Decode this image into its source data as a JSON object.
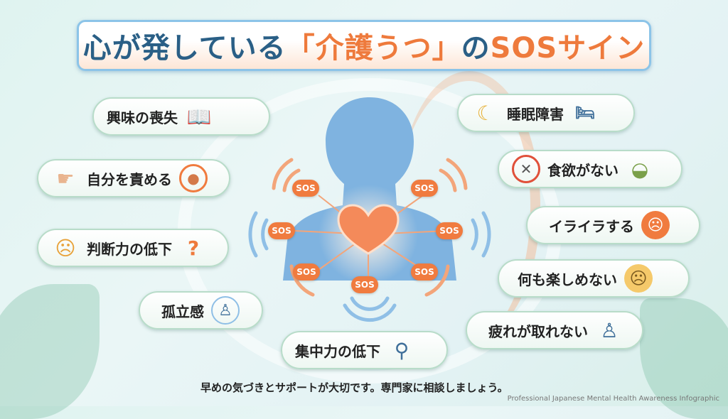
{
  "title": {
    "part1": "心が発している",
    "part2": "「介護うつ」",
    "part3": "の",
    "part4": "SOSサイン"
  },
  "left_signs": [
    {
      "label": "興味の喪失",
      "icon": "book-hobby-icon"
    },
    {
      "label": "自分を責める",
      "icon": "pointing-finger-icon"
    },
    {
      "label": "判断力の低下",
      "icon": "confused-face-icon"
    },
    {
      "label": "孤立感",
      "icon": "isolated-person-icon"
    }
  ],
  "bottom_sign": {
    "label": "集中力の低下",
    "icon": "magnifier-icon"
  },
  "right_signs": [
    {
      "label": "睡眠障害",
      "icon": "moon-icon"
    },
    {
      "label": "食欲がない",
      "icon": "no-food-icon"
    },
    {
      "label": "イライラする",
      "icon": "angry-face-icon"
    },
    {
      "label": "何も楽しめない",
      "icon": "sad-face-icon"
    },
    {
      "label": "疲れが取れない",
      "icon": "tired-person-icon"
    }
  ],
  "sos_label": "SOS",
  "footer": "早めの気づきとサポートが大切です。専門家に相談しましょう。",
  "credit": "Professional Japanese Mental Health Awareness Infographic",
  "colors": {
    "accent": "#ee7a3c",
    "title_blue": "#2a5f86",
    "silhouette": "#7fb3e0"
  }
}
